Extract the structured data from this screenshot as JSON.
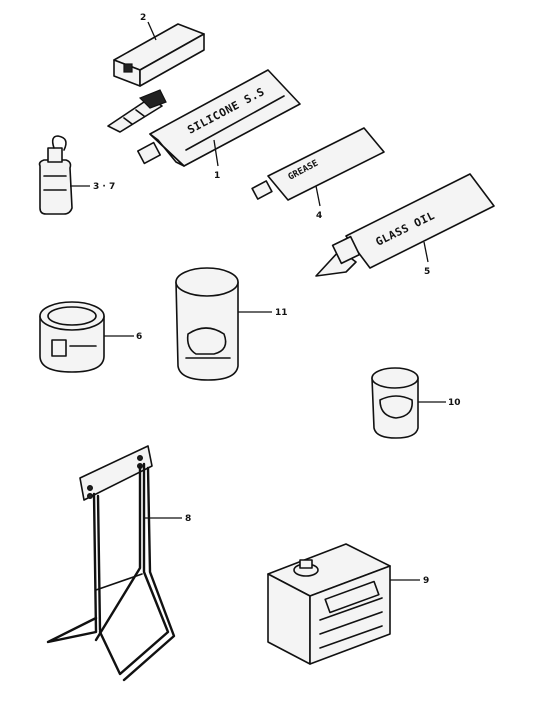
{
  "callouts": {
    "item_1": "1",
    "item_2": "2",
    "item_3_7": "3 · 7",
    "item_4": "4",
    "item_5": "5",
    "item_6": "6",
    "item_8": "8",
    "item_9": "9",
    "item_10": "10",
    "item_11": "11"
  },
  "tube_labels": {
    "tube_1": "SILICONE S.S",
    "tube_4": "GREASE",
    "tube_5": "GLASS OIL"
  },
  "colors": {
    "ink": "#111111",
    "background": "#ffffff"
  }
}
